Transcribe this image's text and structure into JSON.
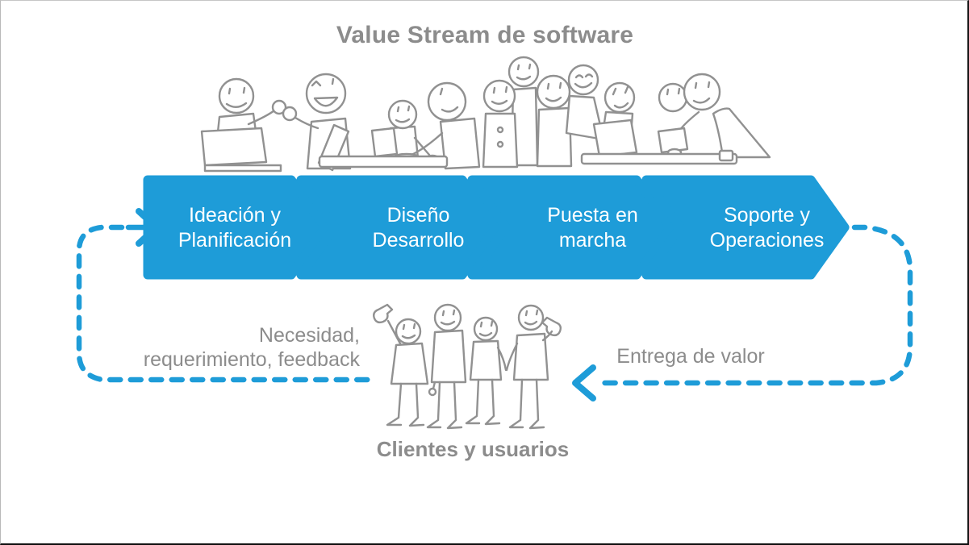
{
  "title": "Value Stream de software",
  "colors": {
    "accent": "#1E9CD8",
    "text_gray": "#8C8C8C",
    "sketch": "#919191",
    "step_text": "#FFFFFF"
  },
  "steps": [
    {
      "line1": "Ideación y",
      "line2": "Planificación"
    },
    {
      "line1": "Diseño",
      "line2": "Desarrollo"
    },
    {
      "line1": "Puesta en",
      "line2": "marcha"
    },
    {
      "line1": "Soporte y",
      "line2": "Operaciones"
    }
  ],
  "loop": {
    "feedback_line1": "Necesidad,",
    "feedback_line2": "requerimiento, feedback",
    "delivery_label": "Entrega de valor"
  },
  "customers_label": "Clientes y usuarios",
  "icons": {
    "team_illustration": "team-collaborating-sketch",
    "customers_illustration": "customers-waving-sketch",
    "input_arrow": "right-arrowhead",
    "delivery_arrow": "left-arrowhead"
  }
}
